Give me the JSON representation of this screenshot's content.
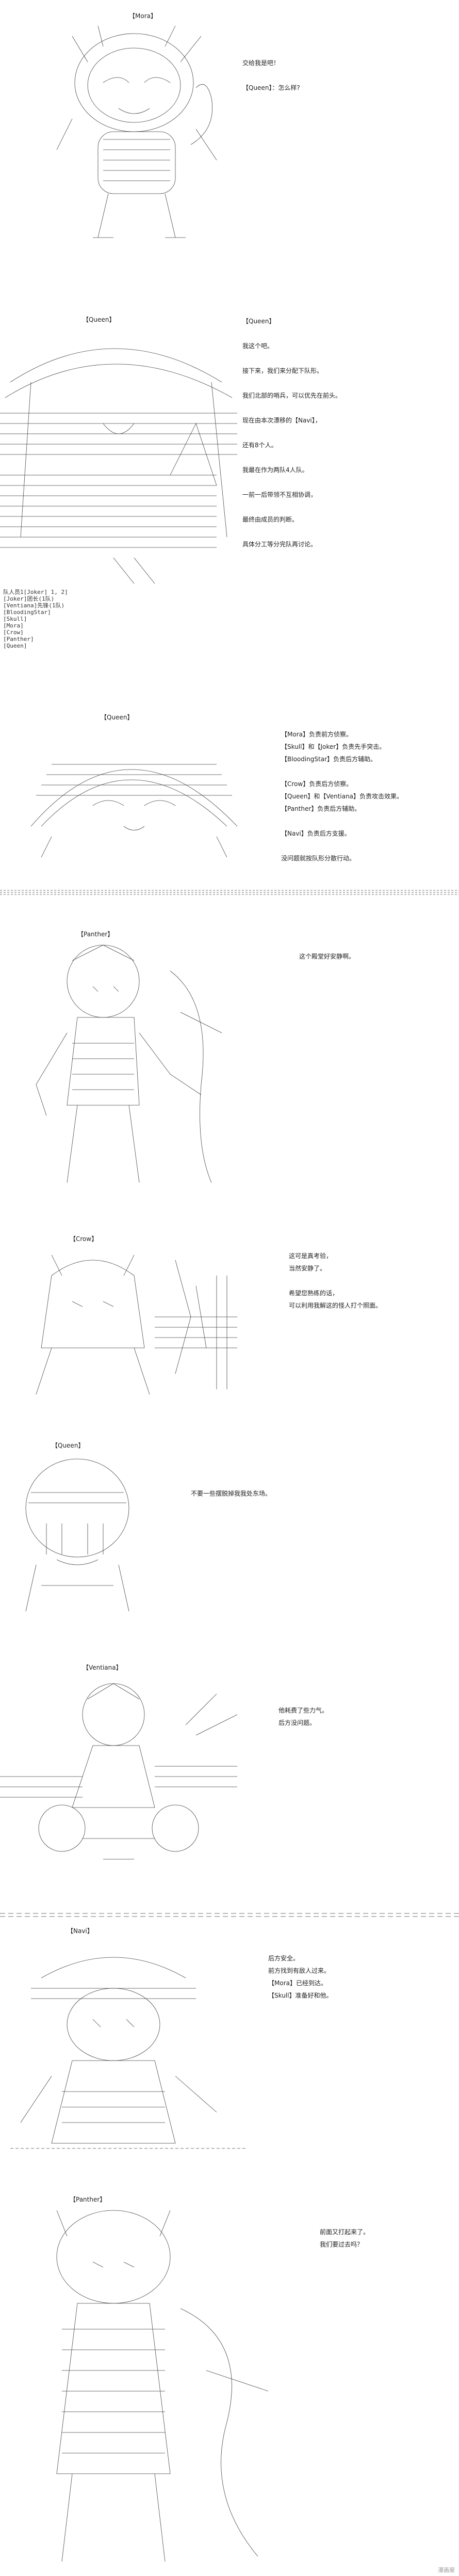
{
  "panels": [
    {
      "id": "p1",
      "art_label": "【Mora】",
      "lines": [
        "交给我是吧！",
        "",
        "【Queen】：怎么样?"
      ]
    },
    {
      "id": "p2",
      "art_label": "【Queen】",
      "lines": [
        "【Queen】",
        "",
        "我这个吧。",
        "",
        "接下来，我们来分配下队形。",
        "",
        "我们北部的哨兵，可以优先在前头。",
        "",
        "现在由本次漂移的【Navi】，",
        "",
        "还有8个人。",
        "",
        "我最在作为两队4人队。",
        "",
        "一前一后带领不互相协调，",
        "",
        "最终由成员的判断。",
        "",
        "具体分工等分完队再讨论。"
      ],
      "roster": [
        "队人员1[Joker] 1, 2]",
        "[Joker]团长(1队)",
        "[Ventiana]先锋(1队)",
        "[BloodingStar]",
        "[Skull]",
        "[Mora]",
        "[Crow]",
        "[Panther]",
        "[Queen]"
      ]
    },
    {
      "id": "p3",
      "art_label": "【Queen】",
      "lines": [
        "【Mora】负责前方侦察。",
        "【Skull】和【Joker】负责先手突击。",
        "【BloodingStar】负责后方辅助。",
        "",
        "【Crow】负责后方侦察。",
        "【Queen】和【Ventiana】负责攻击效果。",
        "【Panther】负责后方辅助。",
        "",
        "【Navi】负责后方支援。",
        "",
        "没问题就按队形分散行动。"
      ]
    },
    {
      "id": "p4",
      "art_label": "【Panther】",
      "lines": [
        "这个殿堂好安静啊。"
      ]
    },
    {
      "id": "p5",
      "art_label": "【Crow】",
      "lines": [
        "这可是真考验，",
        "当然安静了。",
        "",
        "希望您熟练的话，",
        "可以利用我解这的怪人打个照面。"
      ]
    },
    {
      "id": "p6",
      "art_label": "【Queen】",
      "lines": [
        "不要一些摆脱掉我我处东场。"
      ]
    },
    {
      "id": "p7",
      "art_label": "【Ventiana】",
      "lines": [
        "他耗费了些力气。",
        "后方没问题。"
      ]
    },
    {
      "id": "p8",
      "art_label": "【Navi】",
      "lines": [
        "后方安全。",
        "前方找到有敌人过来。",
        "【Mora】已经到达。",
        "【Skull】准备好和他。"
      ]
    },
    {
      "id": "p9",
      "art_label": "【Panther】",
      "lines": [
        "前面又打起来了。",
        "我们要过去吗？"
      ]
    }
  ],
  "footer": "漫画屋"
}
